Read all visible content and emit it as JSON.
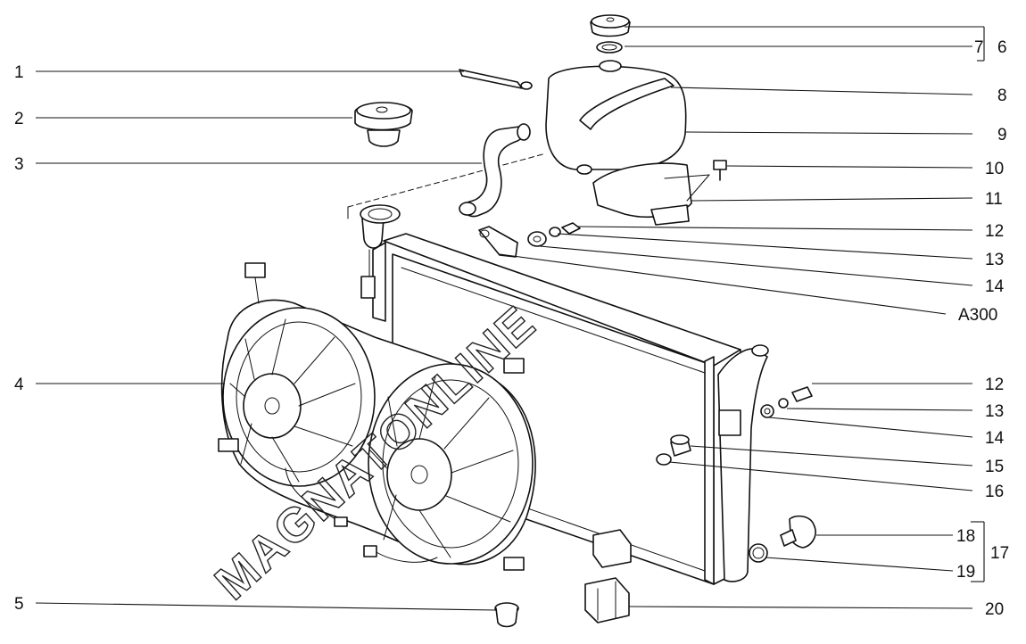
{
  "callouts_left": [
    {
      "id": "1",
      "label": "1"
    },
    {
      "id": "2",
      "label": "2"
    },
    {
      "id": "3",
      "label": "3"
    },
    {
      "id": "4",
      "label": "4"
    },
    {
      "id": "5",
      "label": "5"
    }
  ],
  "callouts_right": [
    {
      "id": "7",
      "label": "7"
    },
    {
      "id": "6",
      "label": "6"
    },
    {
      "id": "8",
      "label": "8"
    },
    {
      "id": "9",
      "label": "9"
    },
    {
      "id": "10",
      "label": "10"
    },
    {
      "id": "11",
      "label": "11"
    },
    {
      "id": "12a",
      "label": "12"
    },
    {
      "id": "13a",
      "label": "13"
    },
    {
      "id": "14a",
      "label": "14"
    },
    {
      "id": "A300",
      "label": "A300"
    },
    {
      "id": "12b",
      "label": "12"
    },
    {
      "id": "13b",
      "label": "13"
    },
    {
      "id": "14b",
      "label": "14"
    },
    {
      "id": "15",
      "label": "15"
    },
    {
      "id": "16",
      "label": "16"
    },
    {
      "id": "18",
      "label": "18"
    },
    {
      "id": "17",
      "label": "17"
    },
    {
      "id": "19",
      "label": "19"
    },
    {
      "id": "20",
      "label": "20"
    }
  ],
  "watermark": {
    "text": "MAGNATONLINE"
  },
  "colors": {
    "ink": "#111111",
    "paper": "#ffffff"
  }
}
